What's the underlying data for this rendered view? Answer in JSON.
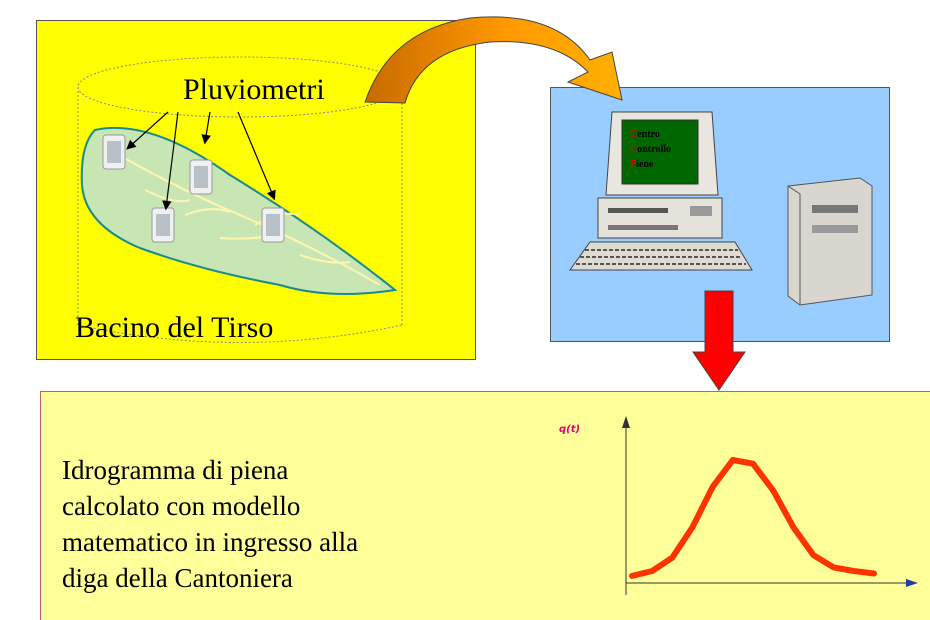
{
  "basin": {
    "gauges_label": "Pluviometri",
    "basin_label": "Bacino del Tirso"
  },
  "control_center": {
    "screen_lines": [
      {
        "first": "C",
        "rest": "entro"
      },
      {
        "first": "C",
        "rest": "ontrollo"
      },
      {
        "first": "P",
        "rest": "iene"
      }
    ]
  },
  "result": {
    "lines": [
      "Idrogramma di piena",
      "calcolato con modello",
      "matematico in ingresso alla",
      "diga della Cantoniera"
    ],
    "y_axis_label": "q(t)"
  },
  "colors": {
    "basin_bg": "#ffff00",
    "control_bg": "#99ccff",
    "result_bg": "#ffff99",
    "curve": "#ff3300",
    "arrow_curved": "#e08a00",
    "arrow_down": "#ff0000"
  },
  "chart_data": {
    "type": "line",
    "title": "",
    "ylabel": "q(t)",
    "xlabel": "",
    "series": [
      {
        "values": [
          0.05,
          0.09,
          0.2,
          0.45,
          0.78,
          1.0,
          0.97,
          0.75,
          0.45,
          0.22,
          0.12,
          0.09,
          0.07
        ]
      }
    ],
    "x": [
      0,
      1,
      2,
      3,
      4,
      5,
      6,
      7,
      8,
      9,
      10,
      11,
      12
    ],
    "grid": false,
    "legend": "none"
  }
}
